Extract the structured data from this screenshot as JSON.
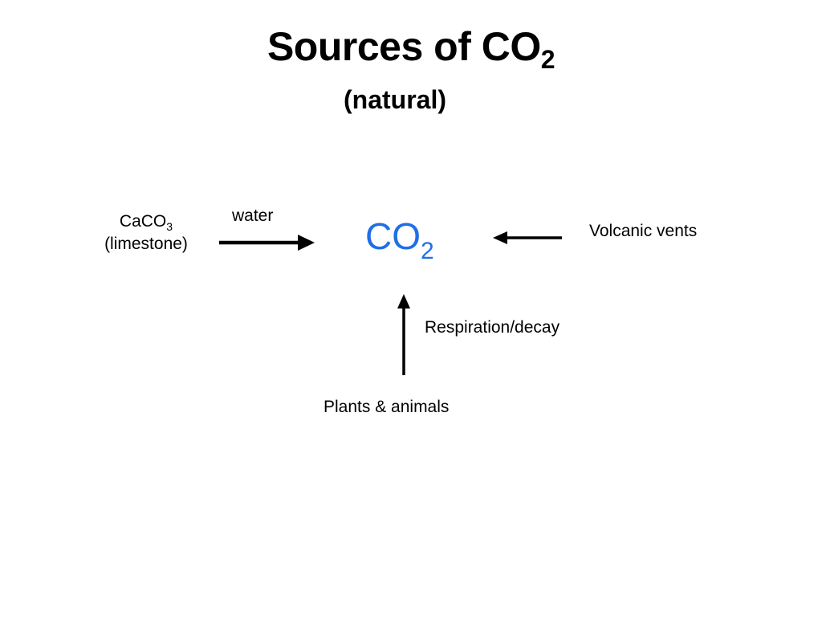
{
  "title": {
    "text": "Sources of CO",
    "subscript": "2"
  },
  "subtitle": "(natural)",
  "center": {
    "text": "CO",
    "subscript": "2",
    "color": "#1f6fe6"
  },
  "sources": {
    "limestone": {
      "formula": "CaCO",
      "subscript": "3",
      "name": "(limestone)",
      "edge_label": "water"
    },
    "volcanic": {
      "label": "Volcanic vents"
    },
    "organisms": {
      "label": "Plants & animals",
      "edge_label": "Respiration/decay"
    }
  }
}
